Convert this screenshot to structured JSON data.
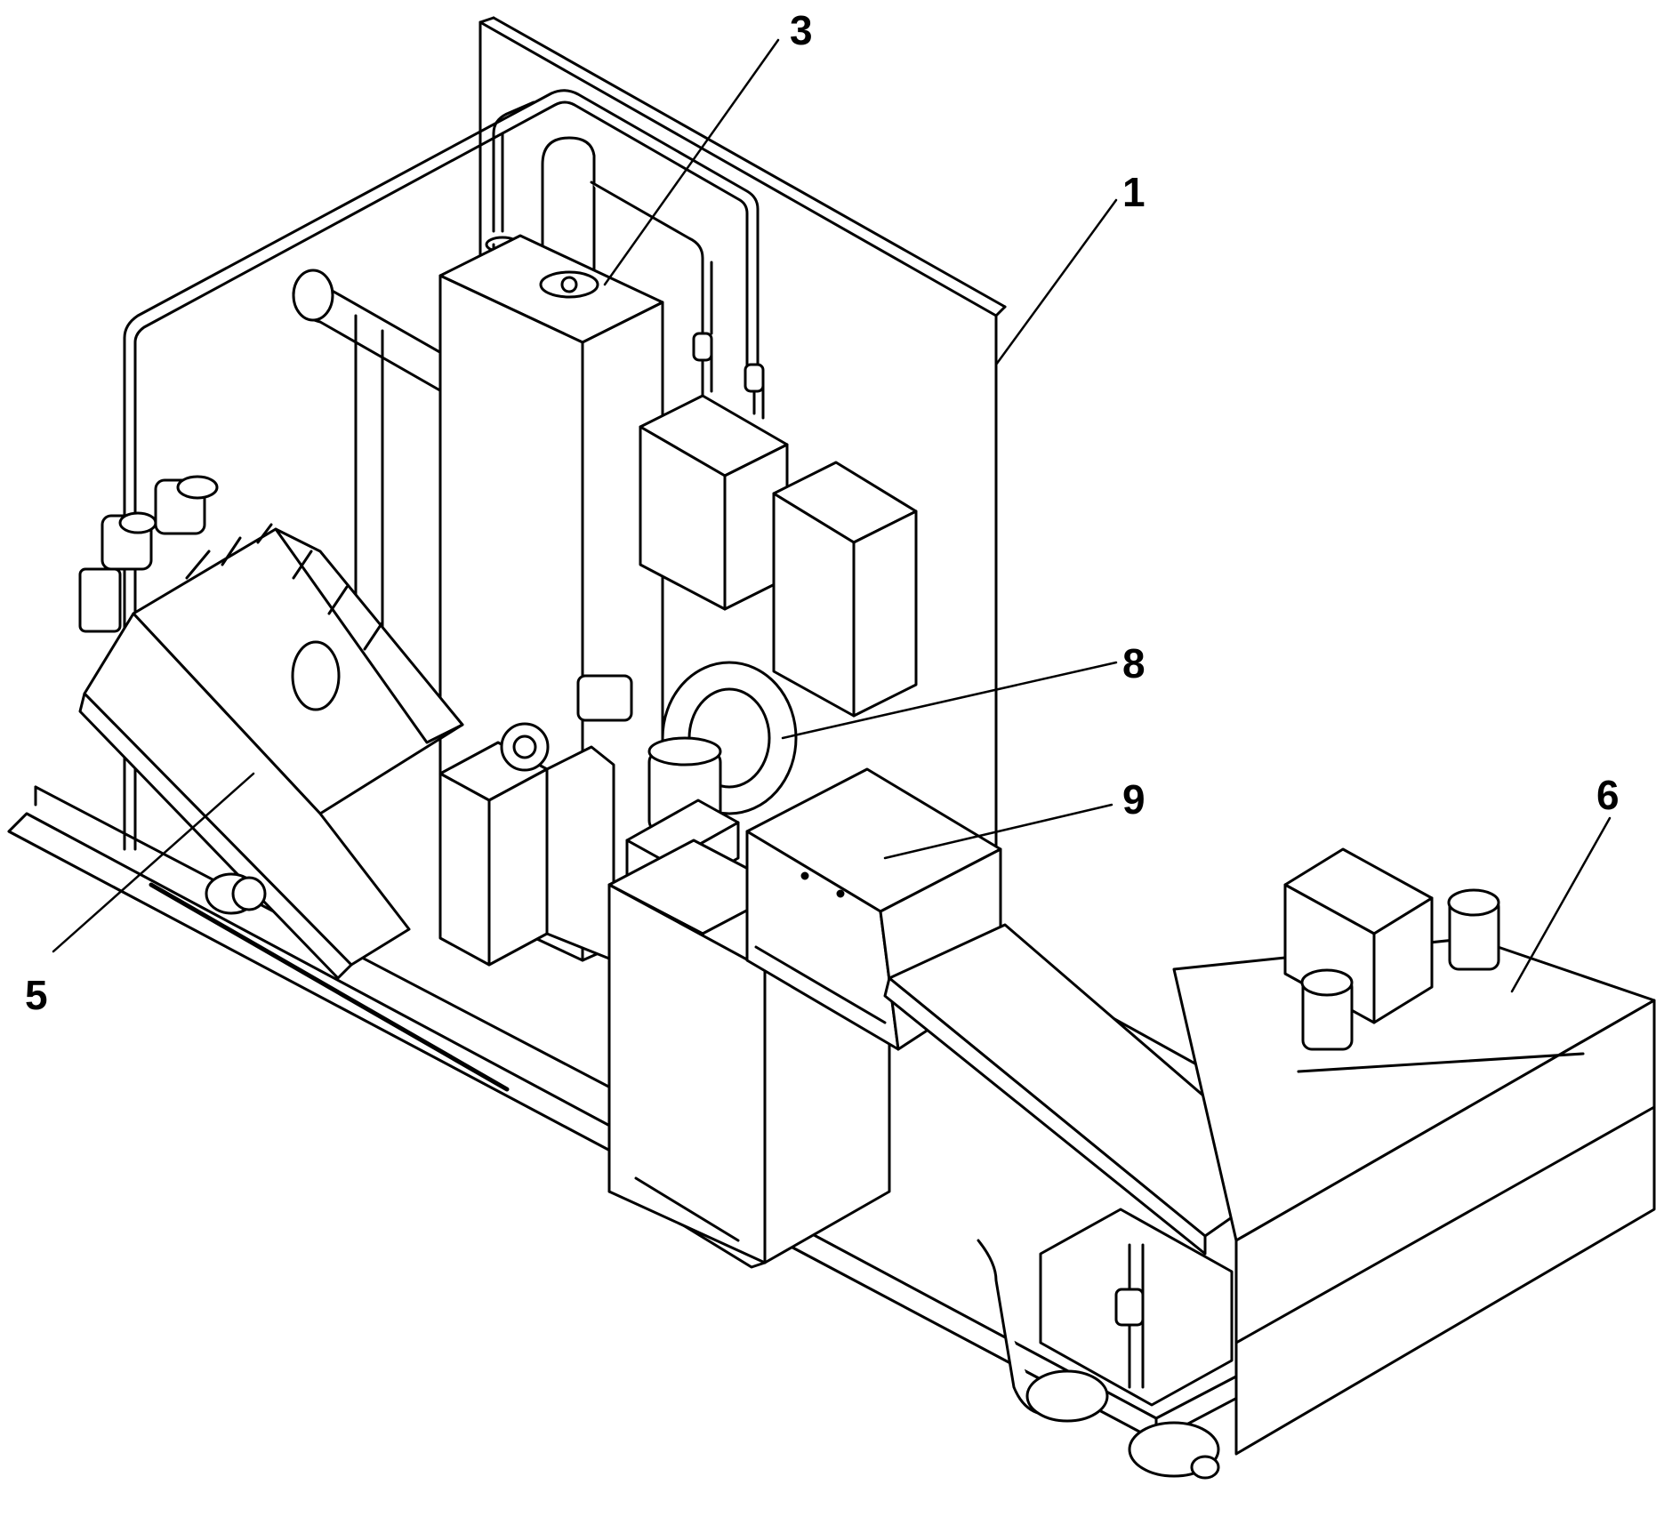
{
  "diagram": {
    "callouts": [
      {
        "id": "1",
        "label": "1"
      },
      {
        "id": "3",
        "label": "3"
      },
      {
        "id": "5",
        "label": "5"
      },
      {
        "id": "6",
        "label": "6"
      },
      {
        "id": "8",
        "label": "8"
      },
      {
        "id": "9",
        "label": "9"
      }
    ]
  },
  "colors": {
    "line": "#000000",
    "background": "#ffffff"
  }
}
